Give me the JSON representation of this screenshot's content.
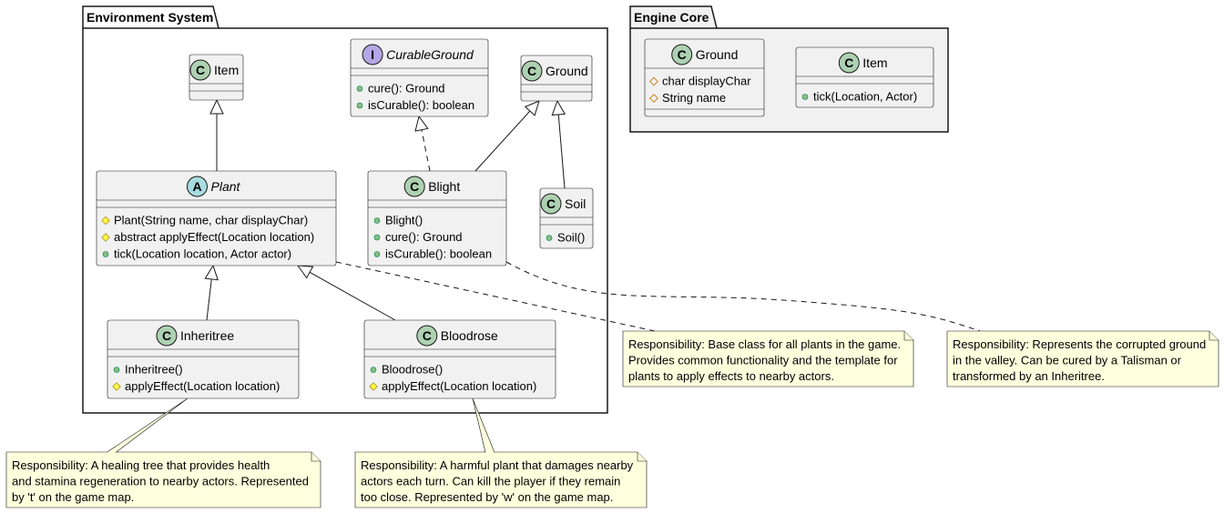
{
  "packages": {
    "environment": {
      "title": "Environment System"
    },
    "engine": {
      "title": "Engine Core"
    }
  },
  "classes": {
    "item": {
      "stereotype": "C",
      "name": "Item",
      "italic": false,
      "attributes": [],
      "methods": []
    },
    "curable_ground": {
      "stereotype": "I",
      "name": "CurableGround",
      "italic": true,
      "attributes": [],
      "methods": [
        {
          "vis": "public",
          "text": "cure(): Ground"
        },
        {
          "vis": "public",
          "text": "isCurable(): boolean"
        }
      ]
    },
    "ground": {
      "stereotype": "C",
      "name": "Ground",
      "italic": false,
      "attributes": [],
      "methods": []
    },
    "plant": {
      "stereotype": "A",
      "name": "Plant",
      "italic": true,
      "attributes": [],
      "methods": [
        {
          "vis": "protected",
          "text": "Plant(String name, char displayChar)"
        },
        {
          "vis": "protected",
          "text": "abstract applyEffect(Location location)"
        },
        {
          "vis": "public",
          "text": "tick(Location location, Actor actor)"
        }
      ]
    },
    "blight": {
      "stereotype": "C",
      "name": "Blight",
      "italic": false,
      "attributes": [],
      "methods": [
        {
          "vis": "public",
          "text": "Blight()"
        },
        {
          "vis": "public",
          "text": "cure(): Ground"
        },
        {
          "vis": "public",
          "text": "isCurable(): boolean"
        }
      ]
    },
    "soil": {
      "stereotype": "C",
      "name": "Soil",
      "italic": false,
      "attributes": [],
      "methods": [
        {
          "vis": "public",
          "text": "Soil()"
        }
      ]
    },
    "inheritree": {
      "stereotype": "C",
      "name": "Inheritree",
      "italic": false,
      "attributes": [],
      "methods": [
        {
          "vis": "public",
          "text": "Inheritree()"
        },
        {
          "vis": "protected",
          "text": "applyEffect(Location location)"
        }
      ]
    },
    "bloodrose": {
      "stereotype": "C",
      "name": "Bloodrose",
      "italic": false,
      "attributes": [],
      "methods": [
        {
          "vis": "public",
          "text": "Bloodrose()"
        },
        {
          "vis": "protected",
          "text": "applyEffect(Location location)"
        }
      ]
    },
    "engine_ground": {
      "stereotype": "C",
      "name": "Ground",
      "italic": false,
      "attributes": [
        {
          "vis": "field-protected",
          "text": "char displayChar"
        },
        {
          "vis": "field-protected",
          "text": "String name"
        }
      ],
      "methods": []
    },
    "engine_item": {
      "stereotype": "C",
      "name": "Item",
      "italic": false,
      "attributes": [],
      "methods": [
        {
          "vis": "public",
          "text": "tick(Location, Actor)"
        }
      ]
    }
  },
  "notes": {
    "plant_note": [
      "Responsibility: Base class for all plants in the game.",
      "Provides common functionality and the template for",
      "plants to apply effects to nearby actors."
    ],
    "blight_note": [
      "Responsibility: Represents the corrupted ground",
      "in the valley. Can be cured by a Talisman or",
      "transformed by an Inheritree."
    ],
    "inheritree_note": [
      "Responsibility: A healing tree that provides health",
      "and stamina regeneration to nearby actors. Represented",
      "by 't' on the game map."
    ],
    "bloodrose_note": [
      "Responsibility: A harmful plant that damages nearby",
      "actors each turn. Can kill the player if they remain",
      "too close. Represented by 'w' on the game map."
    ]
  },
  "colors": {
    "class_fill": "#f1f1f1",
    "border": "#181818",
    "stereo_class": "#add1b2",
    "stereo_abstract": "#a9dcdf",
    "stereo_interface": "#b4a7e5",
    "note_fill": "#feffdd",
    "engine_fill": "#f1f1f1",
    "public_dot": "#84be84",
    "protected_diamond": "#ffff44",
    "field_protected": "#c88a2a"
  }
}
